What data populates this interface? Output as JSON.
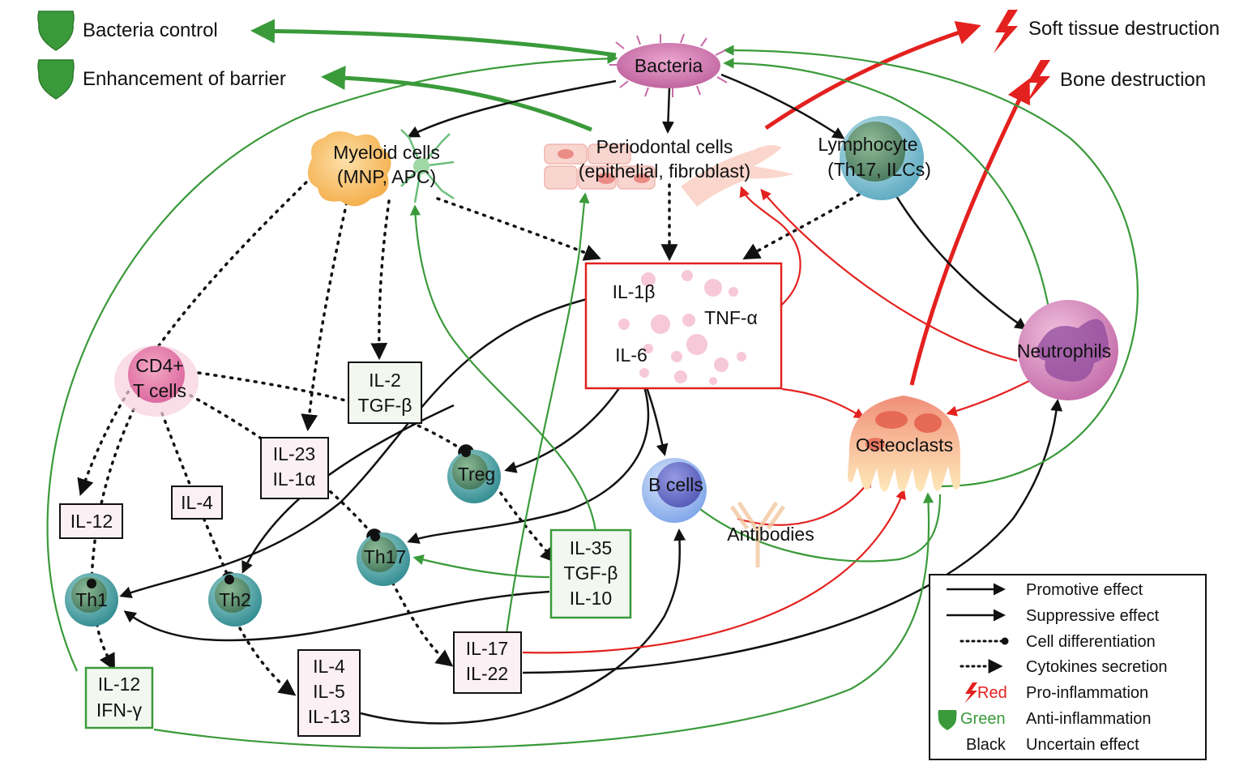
{
  "outcomes": {
    "bacteria_control": "Bacteria control",
    "barrier": "Enhancement of barrier",
    "soft_tissue": "Soft tissue destruction",
    "bone": "Bone destruction"
  },
  "nodes": {
    "bacteria": "Bacteria",
    "myeloid_line1": "Myeloid cells",
    "myeloid_line2": "(MNP, APC)",
    "periodontal_line1": "Periodontal cells",
    "periodontal_line2": "(epithelial, fibroblast)",
    "lymphocyte_line1": "Lymphocyte",
    "lymphocyte_line2": "(Th17, ILCs)",
    "cd4_line1": "CD4+",
    "cd4_line2": "T cells",
    "treg": "Treg",
    "th17": "Th17",
    "th1": "Th1",
    "th2": "Th2",
    "b_cells": "B cells",
    "osteoclasts": "Osteoclasts",
    "neutrophils": "Neutrophils",
    "antibodies": "Antibodies"
  },
  "inflammation_box": {
    "il1b": "IL-1β",
    "tnfa": "TNF-α",
    "il6": "IL-6"
  },
  "cytokine_boxes": {
    "il2_tgfb": [
      "IL-2",
      "TGF-β"
    ],
    "il23_il1a": [
      "IL-23",
      "IL-1α"
    ],
    "il12": [
      "IL-12"
    ],
    "il4": [
      "IL-4"
    ],
    "il35_tgfb_il10": [
      "IL-35",
      "TGF-β",
      "IL-10"
    ],
    "il17_il22": [
      "IL-17",
      "IL-22"
    ],
    "il4_il5_il13": [
      "IL-4",
      "IL-5",
      "IL-13"
    ],
    "il12_ifng": [
      "IL-12",
      "IFN-γ"
    ]
  },
  "legend": {
    "promotive": "Promotive effect",
    "suppressive": "Suppressive effect",
    "differentiation": "Cell differentiation",
    "secretion": "Cytokines secretion",
    "red_key": "Red",
    "red_label": "Pro-inflammation",
    "green_key": "Green",
    "green_label": "Anti-inflammation",
    "black_key": "Black",
    "black_label": "Uncertain effect"
  },
  "colors": {
    "red": "#e3211f",
    "green": "#3a9a3a",
    "black": "#111111",
    "bacteria": "#c76aa6",
    "myeloid": "#f4b45a",
    "periodontal": "#f2b8b0",
    "lymphocyte": "#3f9aa2",
    "cd4": "#e47fa9",
    "t_cell": "#3d9292",
    "b_cell": "#6d79c8",
    "osteoclast": "#f08c74",
    "neutrophil": "#c873b0"
  }
}
